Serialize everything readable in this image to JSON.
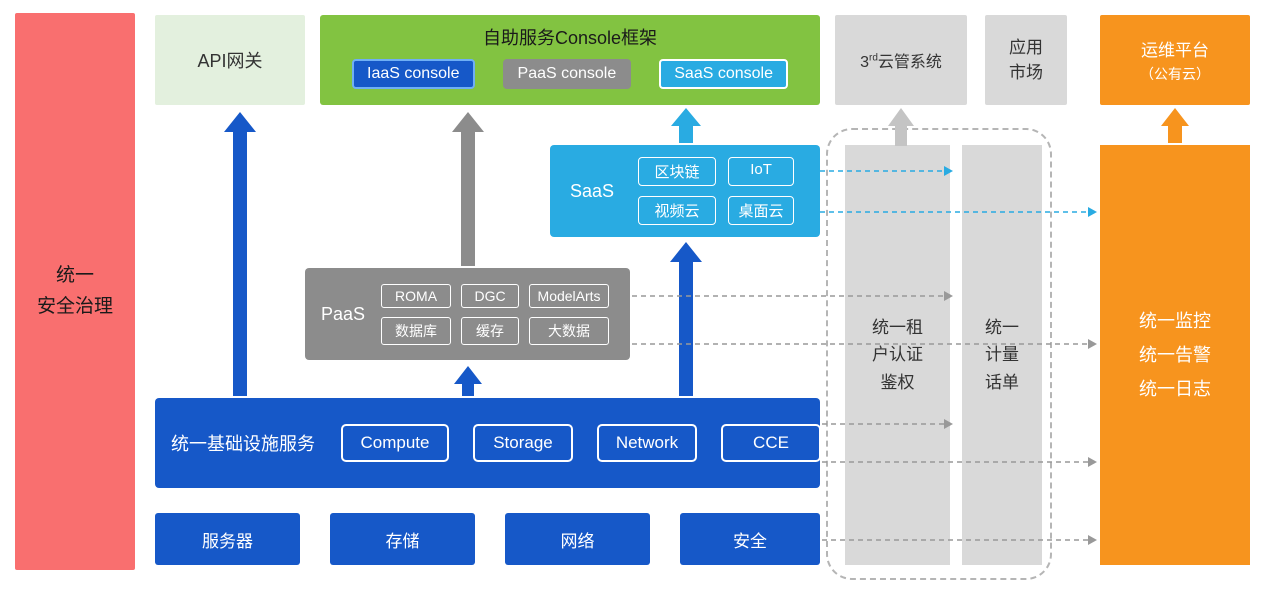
{
  "colors": {
    "red": "#F96F6F",
    "light_green": "#E3F0DE",
    "green": "#82C341",
    "blue": "#1658C8",
    "cyan": "#29ABE2",
    "gray": "#8C8C8C",
    "light_gray": "#D9D9D9",
    "arrow_light_gray": "#C4C4C4",
    "orange": "#F7941E",
    "dashed_gray": "#999999"
  },
  "security_bar": {
    "lines": [
      "统一",
      "安全治理"
    ]
  },
  "api_gateway": {
    "label": "API网关"
  },
  "console_frame": {
    "title": "自助服务Console框架",
    "iaas": "IaaS console",
    "paas": "PaaS console",
    "saas": "SaaS console"
  },
  "third_party_cloud": {
    "base": "3",
    "sup": "rd",
    "rest": "云管系统"
  },
  "app_market": {
    "lines": [
      "应用",
      "市场"
    ]
  },
  "om_platform": {
    "lines": [
      "运维平台",
      "（公有云）"
    ]
  },
  "saas_layer": {
    "label": "SaaS",
    "items": [
      "区块链",
      "IoT",
      "视频云",
      "桌面云"
    ]
  },
  "paas_layer": {
    "label": "PaaS",
    "items": [
      "ROMA",
      "DGC",
      "ModelArts",
      "数据库",
      "缓存",
      "大数据"
    ]
  },
  "infra_layer": {
    "label": "统一基础设施服务",
    "items": [
      "Compute",
      "Storage",
      "Network",
      "CCE"
    ]
  },
  "hardware_row": {
    "items": [
      "服务器",
      "存储",
      "网络",
      "安全"
    ]
  },
  "auth_bar": {
    "lines": [
      "统一租",
      "户认证",
      "鉴权"
    ]
  },
  "metering_bar": {
    "lines": [
      "统一",
      "计量",
      "话单"
    ]
  },
  "monitor_bar": {
    "lines": [
      "统一监控",
      "统一告警",
      "统一日志"
    ]
  }
}
